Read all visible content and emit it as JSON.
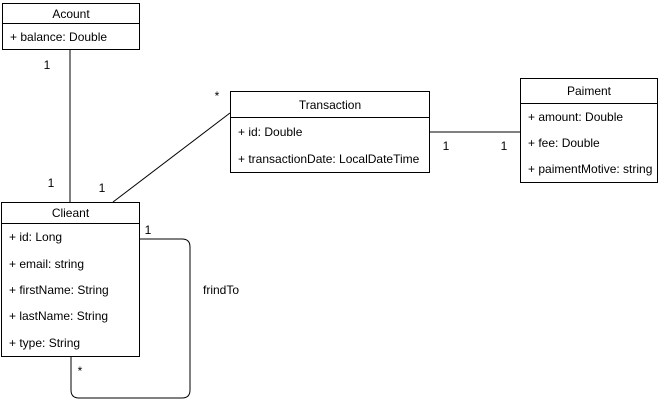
{
  "diagram": {
    "type": "uml-class-diagram",
    "classes": {
      "acount": {
        "title": "Acount",
        "attributes": [
          "+ balance: Double"
        ]
      },
      "transaction": {
        "title": "Transaction",
        "attributes": [
          "+ id: Double",
          "+ transactionDate: LocalDateTime"
        ]
      },
      "paiment": {
        "title": "Paiment",
        "attributes": [
          "+ amount: Double",
          "+ fee: Double",
          "+ paimentMotive: string"
        ]
      },
      "clieant": {
        "title": "Clieant",
        "attributes": [
          "+ id: Long",
          "+ email: string",
          "+ firstName: String",
          "+ lastName: String",
          "+ type: String"
        ]
      }
    },
    "associations": {
      "acount_clieant": {
        "from": "Acount",
        "to": "Clieant",
        "from_multiplicity": "1",
        "to_multiplicity": "1"
      },
      "clieant_transaction": {
        "from": "Clieant",
        "to": "Transaction",
        "from_multiplicity": "1",
        "to_multiplicity": "*"
      },
      "transaction_paiment": {
        "from": "Transaction",
        "to": "Paiment",
        "from_multiplicity": "1",
        "to_multiplicity": "1"
      },
      "clieant_frindto": {
        "from": "Clieant",
        "to": "Clieant",
        "label": "frindTo",
        "from_multiplicity": "1",
        "to_multiplicity": "*"
      }
    },
    "colors": {
      "stroke": "#000000",
      "fill": "#ffffff",
      "text": "#000000",
      "canvas": "#ffffff"
    }
  }
}
